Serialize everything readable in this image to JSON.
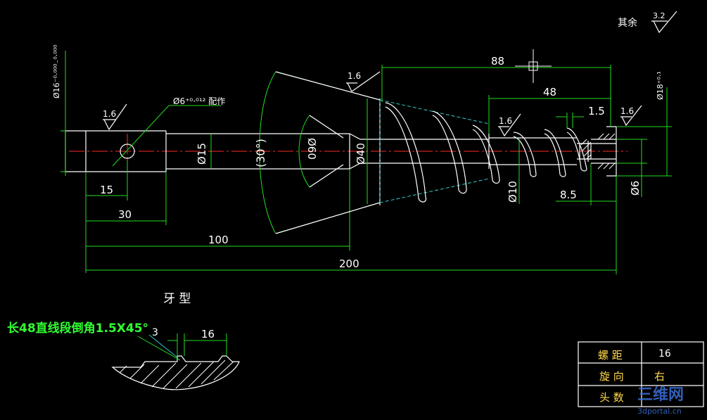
{
  "surface_note": "其余",
  "surface_note_value": "3.2",
  "roughness": {
    "r_left": "1.6",
    "r_cone": "1.6",
    "r_thread": "1.6",
    "r_right": "1.6"
  },
  "pin_hole_note": "Ø6⁺⁰·⁰¹² 配作",
  "diam": {
    "d16": "Ø16⁻⁰·⁰⁰⁰₋⁰·⁰⁰⁰",
    "d15": "Ø15",
    "cone_angle": "(30°)",
    "d60": "Ø60",
    "d40": "Ø40",
    "d10": "Ø10",
    "d6": "Ø6",
    "d18": "Ø18⁺⁰·¹"
  },
  "dims": {
    "l15": "15",
    "l30": "30",
    "l100": "100",
    "l200": "200",
    "l88": "88",
    "l48": "48",
    "l15b": "1.5",
    "l85": "8.5"
  },
  "profile": {
    "title": "牙 型",
    "note": "长48直线段倒角1.5X45°",
    "d3": "3",
    "d16": "16"
  },
  "table": {
    "rows": [
      {
        "label": "螺 距",
        "value": "16"
      },
      {
        "label": "旋 向",
        "value": "右"
      },
      {
        "label": "头 数",
        "value": ""
      }
    ]
  },
  "watermark": {
    "main": "三维网",
    "sub": "3dportal.cn"
  },
  "colors": {
    "background": "#000000",
    "outline": "#ffffff",
    "dimension": "#22dd22",
    "centerline": "#ff2a2a",
    "hidden": "#33cccc",
    "table_label": "#ffd84a"
  }
}
